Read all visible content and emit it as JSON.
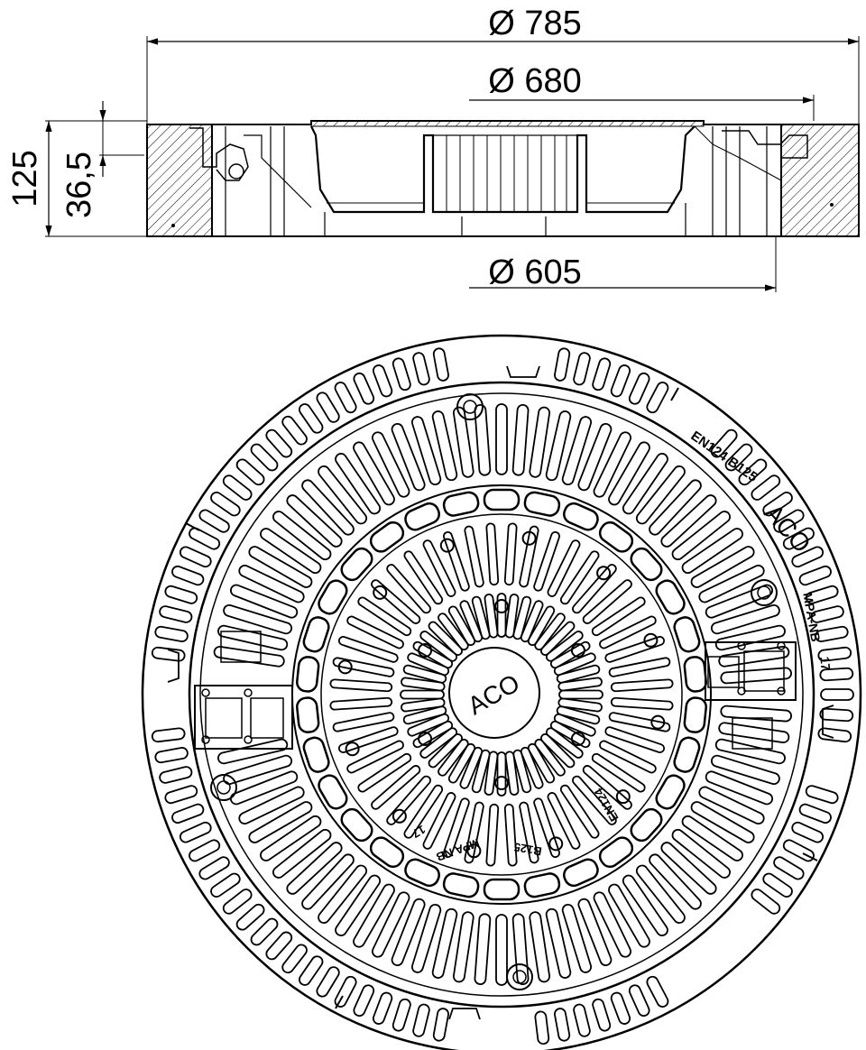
{
  "section_view": {
    "dim_outer_diameter": "Ø 785",
    "dim_frame_diameter": "Ø 680",
    "dim_opening_diameter": "Ø 605",
    "dim_total_height": "125",
    "dim_cover_depth": "36,5"
  },
  "plan_view": {
    "center_logo": "ACO",
    "frame_logo": "ACO",
    "frame_marking_standard": "EN124 B125",
    "frame_marking_cert": "MPA-NB",
    "frame_marking_code": "17",
    "cover_marking_standard": "EN124",
    "cover_marking_class": "B125",
    "cover_marking_cert": "MPA NB",
    "cover_marking_code": "17"
  }
}
